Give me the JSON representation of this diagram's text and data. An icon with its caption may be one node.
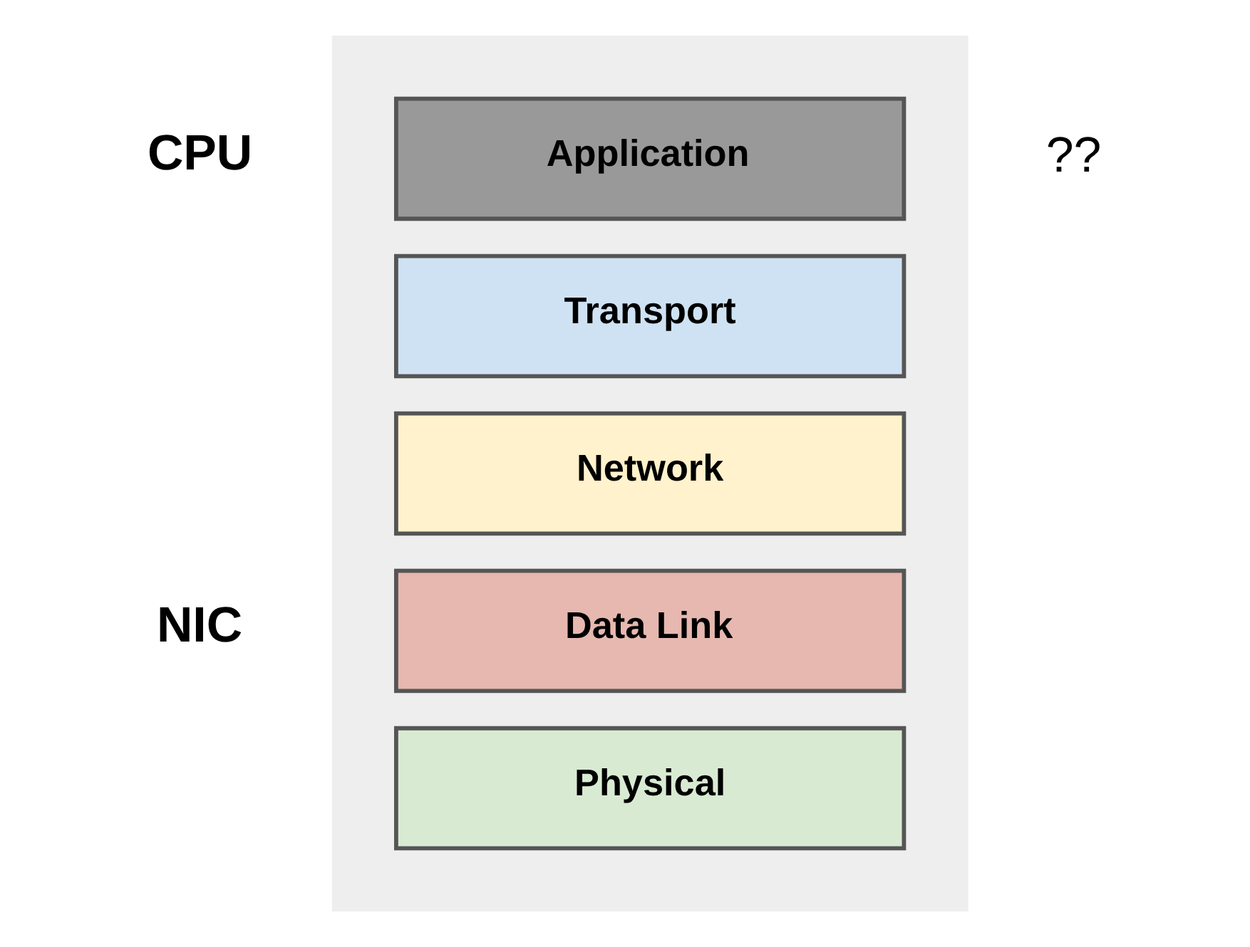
{
  "diagram": {
    "nodes": [
      {
        "text": [],
        "shape": "box"
      },
      {
        "text": [
          "Application"
        ],
        "in": 0
      },
      {
        "text": [
          "Transport"
        ],
        "in": 0
      },
      {
        "text": [
          "Network"
        ],
        "in": 0
      },
      {
        "text": [
          "Data Link"
        ],
        "in": 0
      },
      {
        "text": [
          "Physical"
        ],
        "in": 0
      }
    ],
    "labels": [
      "CPU",
      "??",
      "NIC"
    ]
  }
}
